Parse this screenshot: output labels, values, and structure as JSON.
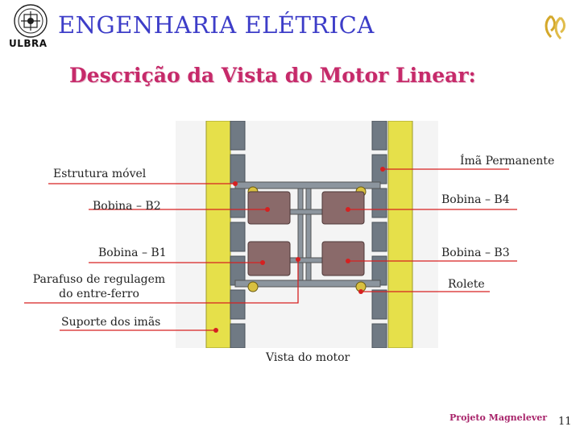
{
  "header": {
    "title": "ENGENHARIA ELÉTRICA",
    "logo_text": "ULBRA"
  },
  "slide": {
    "title": "Descrição da Vista do Motor Linear:"
  },
  "labels": {
    "estrutura_movel": "Estrutura móvel",
    "ima_permanente": "Ímã Permanente",
    "bobina_b2": "Bobina – B2",
    "bobina_b4": "Bobina – B4",
    "bobina_b1": "Bobina – B1",
    "bobina_b3": "Bobina – B3",
    "parafuso_line1": "Parafuso de regulagem",
    "parafuso_line2": "do entre-ferro",
    "rolete": "Rolete",
    "suporte": "Suporte dos imãs"
  },
  "figure": {
    "caption": "Vista do motor"
  },
  "footer": {
    "project": "Projeto Magnelever",
    "page": "11"
  },
  "colors": {
    "header_blue": "#3d3dc8",
    "title_magenta": "#c62a6a",
    "pointer_red": "#d62020",
    "rail_yellow": "#e6e04a",
    "coil_brown": "#8a6a6a"
  }
}
